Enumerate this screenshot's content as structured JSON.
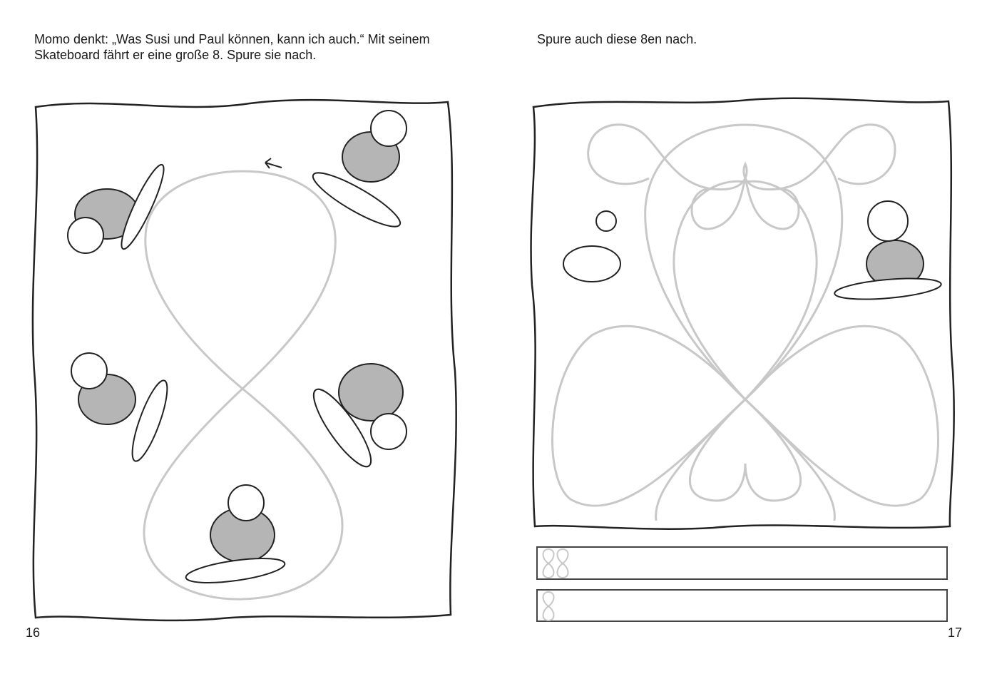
{
  "left_page": {
    "instruction": "Momo denkt: „Was Susi und Paul können, kann ich auch.“ Mit seinem Skateboard fährt er eine große 8. Spure sie nach.",
    "page_number": "16"
  },
  "right_page": {
    "instruction": "Spure auch diese 8en nach.",
    "page_number": "17"
  },
  "colors": {
    "trace_line": "#c8c8c8",
    "frame": "#222222",
    "shirt": "#b5b5b5"
  }
}
